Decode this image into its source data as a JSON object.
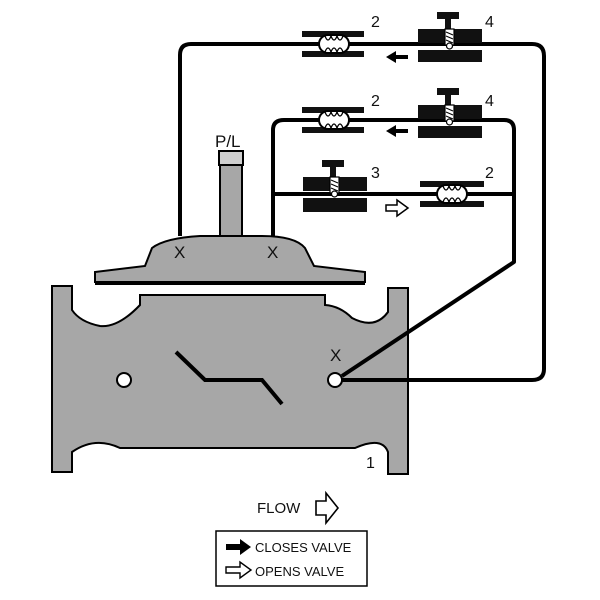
{
  "labels": {
    "pilot_port": "P/L",
    "main_valve_number": "1",
    "check_valve_number": "2",
    "closing_speed_number": "4",
    "opening_speed_number": "3",
    "port_mark": "X",
    "flow": "FLOW"
  },
  "legend": {
    "closes": "CLOSES VALVE",
    "opens": "OPENS VALVE"
  },
  "colors": {
    "body": "#a7a7a7",
    "line": "#000000",
    "valve_block": "#111111",
    "background": "#ffffff"
  }
}
